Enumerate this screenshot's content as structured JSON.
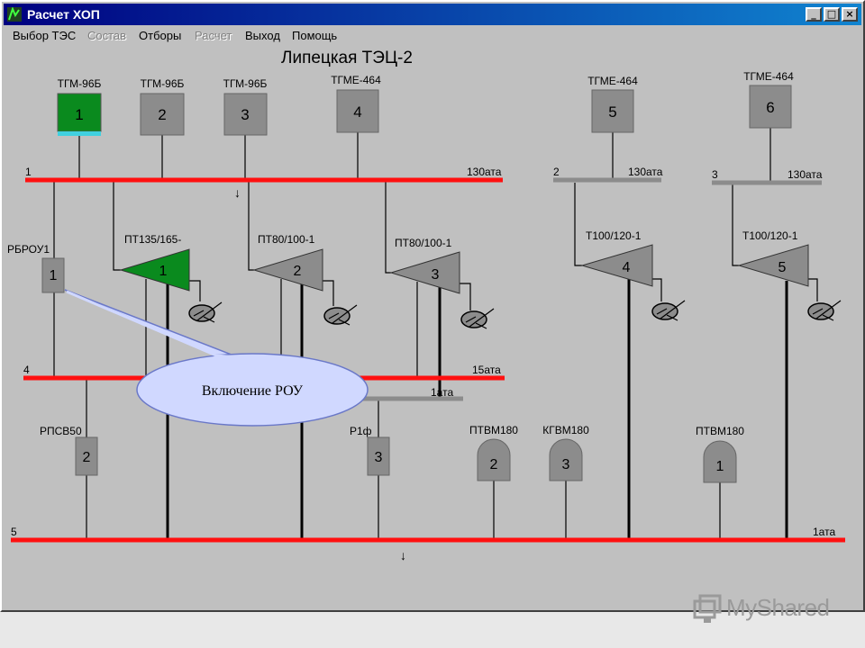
{
  "window": {
    "title": "Расчет ХОП",
    "btn_min": "_",
    "btn_max": "□",
    "btn_close": "×"
  },
  "menu": [
    {
      "label": "Выбор ТЭС",
      "enabled": true
    },
    {
      "label": "Состав",
      "enabled": false
    },
    {
      "label": "Отборы",
      "enabled": true
    },
    {
      "label": "Расчет",
      "enabled": false
    },
    {
      "label": "Выход",
      "enabled": true
    },
    {
      "label": "Помощь",
      "enabled": true
    }
  ],
  "plant_title": "Липецкая ТЭЦ-2",
  "boilers": [
    {
      "type": "ТГМ-96Б",
      "num": "1",
      "active": true
    },
    {
      "type": "ТГМ-96Б",
      "num": "2",
      "active": false
    },
    {
      "type": "ТГМ-96Б",
      "num": "3",
      "active": false
    },
    {
      "type": "ТГМЕ-464",
      "num": "4",
      "active": false
    },
    {
      "type": "ТГМЕ-464",
      "num": "5",
      "active": false
    },
    {
      "type": "ТГМЕ-464",
      "num": "6",
      "active": false
    }
  ],
  "headers": {
    "h1": {
      "num": "1",
      "pressure": "130ата"
    },
    "h2": {
      "num": "2",
      "pressure": "130ата"
    },
    "h3": {
      "num": "3",
      "pressure": "130ата"
    },
    "h4": {
      "num": "4",
      "pressure": "15ата"
    },
    "h_mid": {
      "pressure": "1ата"
    },
    "h5": {
      "num": "5",
      "pressure": "1ата"
    }
  },
  "turbines": [
    {
      "type": "ПТ135/165-",
      "num": "1",
      "active": true
    },
    {
      "type": "ПТ80/100-1",
      "num": "2",
      "active": false
    },
    {
      "type": "ПТ80/100-1",
      "num": "3",
      "active": false
    },
    {
      "type": "Т100/120-1",
      "num": "4",
      "active": false
    },
    {
      "type": "Т100/120-1",
      "num": "5",
      "active": false
    }
  ],
  "rou": {
    "label": "РБРОУ1",
    "num": "1"
  },
  "pcb": {
    "label": "РПСВ50",
    "num": "2"
  },
  "p1f": {
    "label": "Р1ф",
    "num": "3"
  },
  "water_boilers": [
    {
      "type": "ПТВМ180",
      "num": "2"
    },
    {
      "type": "КГВМ180",
      "num": "3"
    },
    {
      "type": "ПТВМ180",
      "num": "1"
    }
  ],
  "arrows": {
    "down": "↓"
  },
  "callout": "Включение РОУ",
  "watermark": "MyShared",
  "colors": {
    "header_red": "#ff1010",
    "active_green": "#0a8a1e",
    "turbine_gray": "#8c8c8c",
    "callout_fill": "#d0d8ff",
    "callout_stroke": "#6a78c8"
  }
}
